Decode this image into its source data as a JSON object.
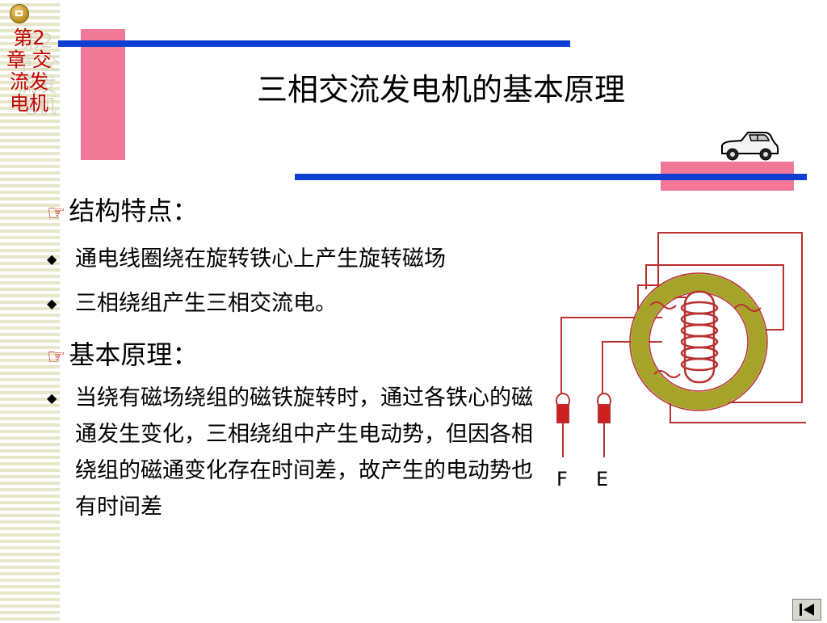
{
  "sidebar": {
    "chapter_label": "第2章 交流发电机",
    "home_icon": "home-icon"
  },
  "slide": {
    "title": "三相交流发电机的基本原理",
    "heading1": "结构特点：",
    "bullet1": "通电线圈绕在旋转铁心上产生旋转磁场",
    "bullet2": "三相绕组产生三相交流电。",
    "heading2": "基本原理：",
    "bullet3": "当绕有磁场绕组的磁铁旋转时，通过各铁心的磁通发生变化，三相绕组中产生电动势，但因各相绕组的磁通变化存在时间差，故产生的电动势也有时间差",
    "hand_glyph": "☞",
    "diamond_glyph": "◆"
  },
  "diagram": {
    "terminal_f": "F",
    "terminal_e": "E"
  },
  "nav": {
    "first_slide_icon": "first-slide-icon"
  },
  "colors": {
    "pink": "#f27898",
    "blue": "#0d3fd2",
    "ring": "#a6a32a",
    "wire": "#b83030"
  }
}
